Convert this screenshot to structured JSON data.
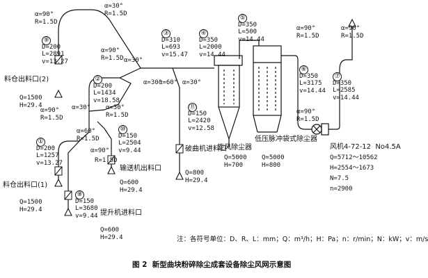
{
  "caption": "图 2  新型曲块粉碎除尘成套设备除尘风网示意图",
  "note": "注：各符号单位：D、R、L：mm；Q：m³/h；H：Pa；n：r/min；N：kW；v：m/s",
  "pipes": {
    "p1": {
      "num": "①",
      "lines": [
        "D=200",
        "L=1257",
        "v=13.27"
      ]
    },
    "p2": {
      "num": "②",
      "lines": [
        "D=200",
        "L=1434",
        "v=18.58"
      ]
    },
    "p3": {
      "num": "③",
      "lines": [
        "D=310",
        "L=693",
        "v=15.47"
      ]
    },
    "p4": {
      "num": "④",
      "lines": [
        "D=350",
        "L=2000",
        "v=14.44"
      ]
    },
    "p5": {
      "num": "⑤",
      "lines": [
        "D=350",
        "L=500",
        "v=14.44"
      ]
    },
    "p6": {
      "num": "⑥",
      "lines": [
        "D=350",
        "L=3175",
        "v=14.44"
      ]
    },
    "p7": {
      "num": "⑦",
      "lines": [
        "D=350",
        "L=2585",
        "v=14.44"
      ]
    },
    "p8": {
      "num": "⑧",
      "lines": [
        "D=150",
        "L=3680",
        "v=9.44"
      ]
    },
    "p9": {
      "num": "⑨",
      "lines": [
        "D=200",
        "L=2891",
        "v=13.27"
      ]
    },
    "p10": {
      "num": "⑩",
      "lines": [
        "D=150",
        "L=2504",
        "v=9.44"
      ]
    },
    "p11": {
      "num": "⑪",
      "lines": [
        "D=150",
        "L=2420",
        "v=12.58"
      ]
    }
  },
  "bends": {
    "b1": [
      "α=90°",
      "R=1.5D"
    ],
    "b2": [
      "α=30°",
      "R=1.5D"
    ],
    "b3": [
      "α=90°",
      "R=1.5D"
    ],
    "b4": [
      "α=30°"
    ],
    "b5": [
      "α=30°"
    ],
    "b6": [
      "α=60°"
    ],
    "b7": [
      "α=30°"
    ],
    "b8": [
      "α=90°",
      "R=1.5D"
    ],
    "b9": [
      "α=30°"
    ],
    "b10": [
      "α=30°",
      "R=1.5D"
    ],
    "b11": [
      "α=60°",
      "R=1.5D"
    ],
    "b12": [
      "α=90°"
    ],
    "b13": [
      "α=90°",
      "R=1.5D"
    ],
    "b14": [
      "α=90°",
      "R=1.5D"
    ],
    "b15": [
      "α=90°",
      "R=1.5D"
    ],
    "b16": [
      "α=90°",
      "R=1.5D"
    ]
  },
  "labels": {
    "bin2": "料仓出料口(2)",
    "bin2_q": "Q=1500",
    "bin2_h": "H=29.4",
    "bin1": "料仓出料口(1)",
    "bin1_q": "Q=1500",
    "bin1_h": "H=29.4",
    "conveyor": "输送机出料口",
    "conveyor_q": "Q=600",
    "conveyor_h": "H=29.4",
    "hoist": "提升机进料口",
    "hoist_q": "Q=600",
    "hoist_h": "H=29.4",
    "crusher": "破曲机进料口",
    "crusher_q": "Q=800",
    "crusher_h": "H=29.4",
    "cyclone": "旋风除尘器",
    "cyclone_q": "Q=5000",
    "cyclone_h": "H=700",
    "bagfilter": "低压脉冲袋式除尘器",
    "bagfilter_q": "Q=5000",
    "bagfilter_h": "H=800"
  },
  "fan": {
    "model": "风机4-72-12  No4.5A",
    "q": "Q=5712～10562",
    "h": "H=2554～1673",
    "n": "N=7.5",
    "speed": "n=2900"
  }
}
